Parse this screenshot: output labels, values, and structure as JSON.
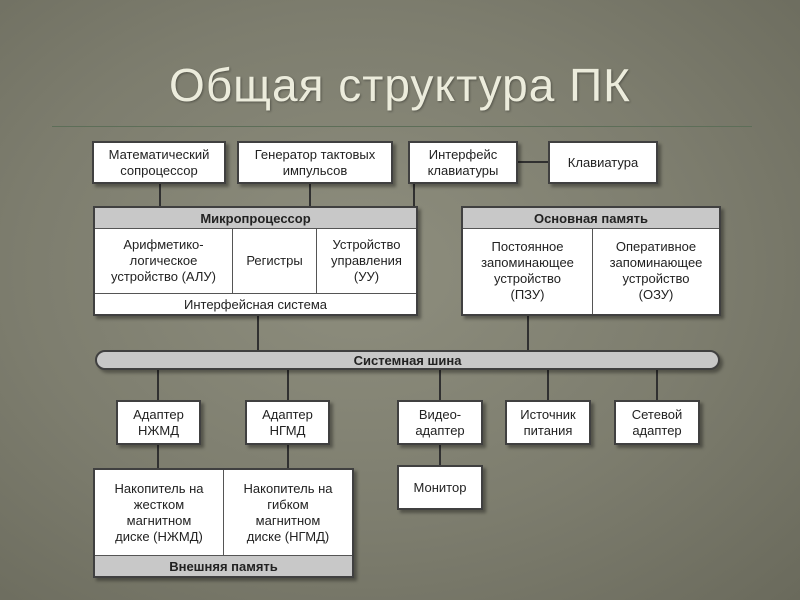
{
  "title": "Общая структура ПК",
  "top_row": {
    "coprocessor": "Математический\nсопроцессор",
    "clock": "Генератор тактовых\nимпульсов",
    "kbd_interface": "Интерфейс\nклавиатуры",
    "keyboard": "Клавиатура"
  },
  "microprocessor": {
    "header": "Микропроцессор",
    "alu": "Арифметико-\nлогическое\nустройство (АЛУ)",
    "registers": "Регистры",
    "control_unit": "Устройство\nуправления\n(УУ)",
    "footer": "Интерфейсная система"
  },
  "main_memory": {
    "header": "Основная память",
    "rom": "Постоянное\nзапоминающее\nустройство\n(ПЗУ)",
    "ram": "Оперативное\nзапоминающее\nустройство\n(ОЗУ)"
  },
  "bus": {
    "label": "Системная шина"
  },
  "devices": {
    "hdd_adapter": "Адаптер\nНЖМД",
    "fdd_adapter": "Адаптер\nНГМД",
    "video_adapter": "Видео-\nадаптер",
    "power_supply": "Источник\nпитания",
    "network_adapter": "Сетевой\nадаптер",
    "monitor": "Монитор"
  },
  "external_memory": {
    "hdd": "Накопитель на\nжестком\nмагнитном\nдиске (НЖМД)",
    "fdd": "Накопитель на\nгибком\nмагнитном\nдиске (НГМД)",
    "footer": "Внешняя память"
  }
}
